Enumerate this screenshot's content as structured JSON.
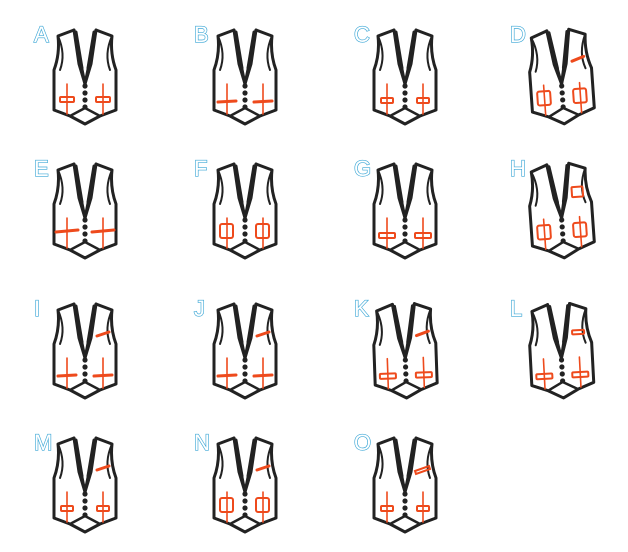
{
  "colors": {
    "outline": "#222222",
    "pocket": "#ee4a1c",
    "label_stroke": "#3ca7d6",
    "label_fill": "#ffffff"
  },
  "vests": [
    {
      "label": "A",
      "pockets": "lower besom pockets with flaps"
    },
    {
      "label": "B",
      "pockets": "lower welt pockets"
    },
    {
      "label": "C",
      "pockets": "lower flap pockets"
    },
    {
      "label": "D",
      "pockets": "lower patch pockets, upper chest welt"
    },
    {
      "label": "E",
      "pockets": "lower welt pockets"
    },
    {
      "label": "F",
      "pockets": "lower patch pockets"
    },
    {
      "label": "G",
      "pockets": "lower besom pockets"
    },
    {
      "label": "H",
      "pockets": "lower patch pockets, upper chest patch"
    },
    {
      "label": "I",
      "pockets": "lower welt pockets, upper chest welt"
    },
    {
      "label": "J",
      "pockets": "lower welt pockets, upper chest welt"
    },
    {
      "label": "K",
      "pockets": "lower besom pockets, upper chest welt"
    },
    {
      "label": "L",
      "pockets": "lower besom pockets, upper chest besom"
    },
    {
      "label": "M",
      "pockets": "lower flap pockets, upper chest welt"
    },
    {
      "label": "N",
      "pockets": "lower patch pockets, upper chest welt"
    },
    {
      "label": "O",
      "pockets": "lower flap pockets, upper chest flap"
    }
  ]
}
